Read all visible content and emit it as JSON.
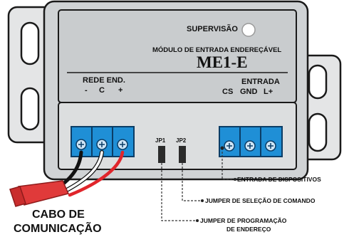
{
  "device": {
    "supervision_label": "SUPERVISÃO",
    "module_title": "MÓDULO DE ENTRADA ENDEREÇÁVEL",
    "model": "ME1-E"
  },
  "network": {
    "title": "REDE END.",
    "pins": [
      "-",
      "C",
      "+"
    ]
  },
  "input": {
    "title": "ENTRADA",
    "pins": [
      "CS",
      "GND",
      "L+"
    ]
  },
  "jumpers": [
    "JP1",
    "JP2"
  ],
  "callouts": {
    "device_input": "ENTRADA DE DISPOSITIVOS",
    "command_jumper": "JUMPER DE SELEÇÃO DE COMANDO",
    "address_jumper_line1": "JUMPER DE PROGRAMAÇÃO",
    "address_jumper_line2": "DE ENDEREÇO"
  },
  "cable": {
    "line1": "CABO DE",
    "line2": "COMUNICAÇÃO"
  },
  "colors": {
    "enclosure_top": "#cfd2d4",
    "enclosure_base": "#d7d9db",
    "terminal_blue": "#1f8fd6",
    "wire_red": "#e0252b",
    "connector_red": "#e03a3a"
  }
}
